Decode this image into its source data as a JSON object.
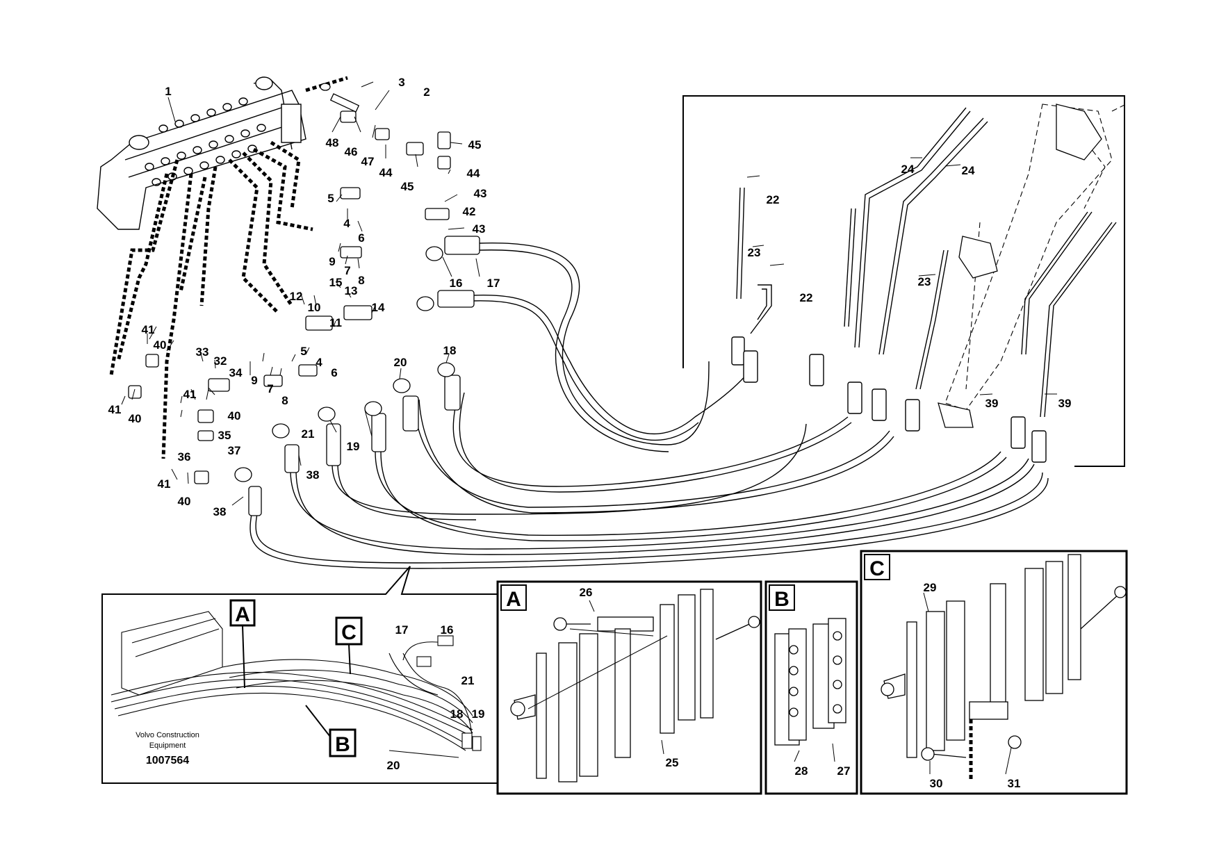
{
  "callouts": {
    "c1": "1",
    "c2": "2",
    "c3": "3",
    "c4a": "4",
    "c4b": "4",
    "c5a": "5",
    "c5b": "5",
    "c6a": "6",
    "c6b": "6",
    "c7a": "7",
    "c7b": "7",
    "c8a": "8",
    "c8b": "8",
    "c9a": "9",
    "c9b": "9",
    "c10": "10",
    "c11": "11",
    "c12": "12",
    "c13": "13",
    "c14": "14",
    "c15": "15",
    "c16": "16",
    "c17": "17",
    "c18": "18",
    "c19": "19",
    "c20": "20",
    "c21": "21",
    "c22a": "22",
    "c22b": "22",
    "c23a": "23",
    "c23b": "23",
    "c24a": "24",
    "c24b": "24",
    "c25": "25",
    "c26": "26",
    "c27": "27",
    "c28": "28",
    "c29": "29",
    "c30": "30",
    "c31": "31",
    "c32": "32",
    "c33": "33",
    "c34": "34",
    "c35": "35",
    "c36": "36",
    "c37": "37",
    "c38a": "38",
    "c38b": "38",
    "c39a": "39",
    "c39b": "39",
    "c40a": "40",
    "c40b": "40",
    "c40c": "40",
    "c40d": "40",
    "c41a": "41",
    "c41b": "41",
    "c41c": "41",
    "c41d": "41",
    "c42": "42",
    "c43a": "43",
    "c43b": "43",
    "c44a": "44",
    "c44b": "44",
    "c45a": "45",
    "c45b": "45",
    "c46": "46",
    "c47": "47",
    "c48": "48"
  },
  "overview": {
    "label_a": "A",
    "label_b": "B",
    "label_c": "C",
    "c16": "16",
    "c17": "17",
    "c18": "18",
    "c19": "19",
    "c20": "20",
    "c21": "21",
    "caption_line1": "Volvo Construction",
    "caption_line2": "Equipment",
    "doc_number": "1007564"
  },
  "detail_a": {
    "letter": "A"
  },
  "detail_b": {
    "letter": "B"
  },
  "detail_c": {
    "letter": "C"
  }
}
